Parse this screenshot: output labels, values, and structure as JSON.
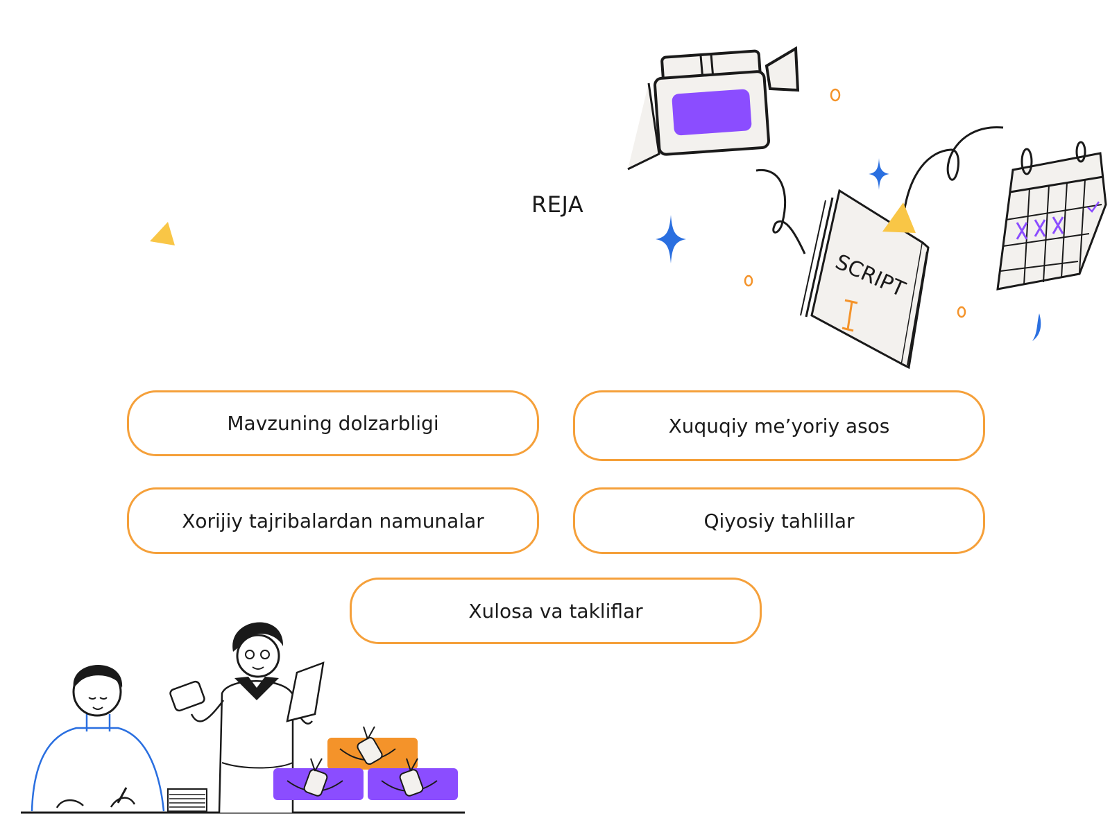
{
  "slide": {
    "title": "REJA",
    "items": [
      {
        "label": "Mavzuning dolzarbligi"
      },
      {
        "label": "Xuquqiy me’yoriy asos"
      },
      {
        "label": "Xorijiy tajribalardan namunalar"
      },
      {
        "label": "Qiyosiy tahlillar"
      },
      {
        "label": "Xulosa va takliflar"
      }
    ],
    "script_label": "SCRIPT",
    "colors": {
      "accent_border": "#f5a03a",
      "purple": "#8b4dff",
      "orange": "#f4932a",
      "yellow": "#f9c646",
      "blue": "#2a6fe0"
    }
  }
}
